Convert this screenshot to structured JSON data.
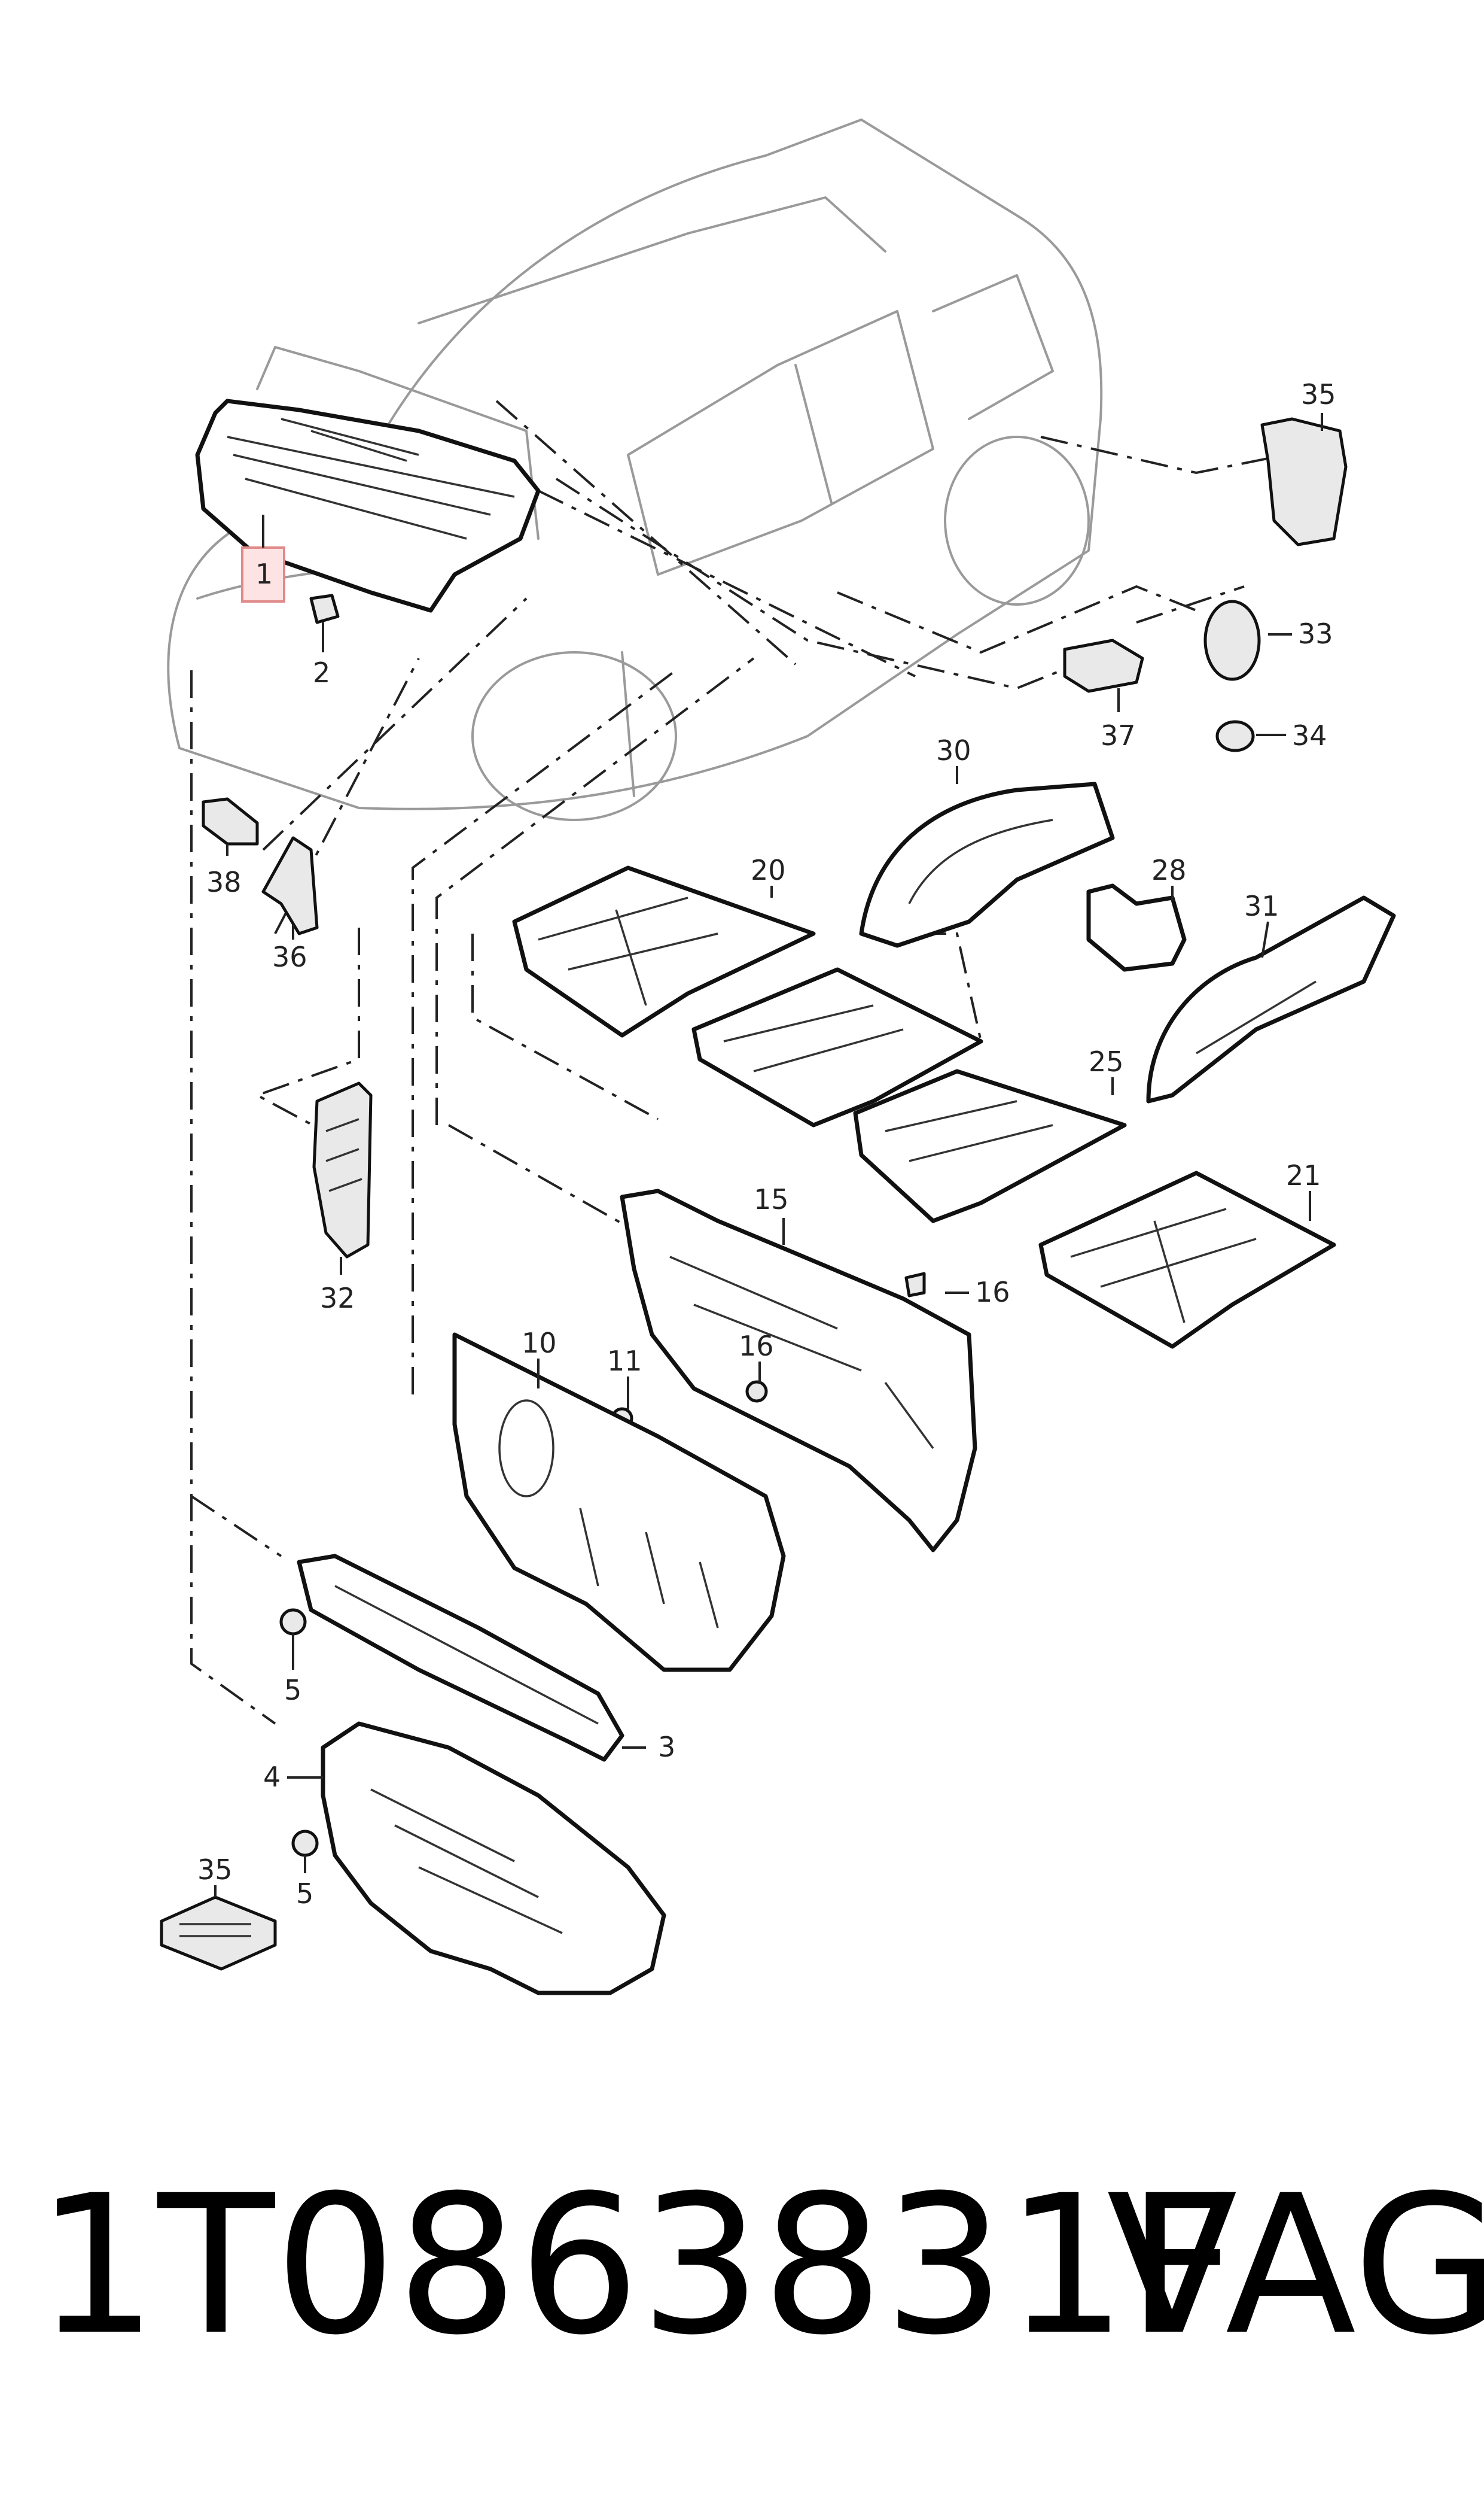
{
  "diagram": {
    "highlighted_callout": "1",
    "callouts": [
      "1",
      "2",
      "3",
      "4",
      "5",
      "5",
      "10",
      "11",
      "15",
      "16",
      "16",
      "20",
      "21",
      "25",
      "28",
      "30",
      "31",
      "32",
      "33",
      "34",
      "35",
      "35",
      "36",
      "37",
      "38"
    ]
  },
  "footer": {
    "part_number": "1T0863831F",
    "brand": "VAG"
  }
}
